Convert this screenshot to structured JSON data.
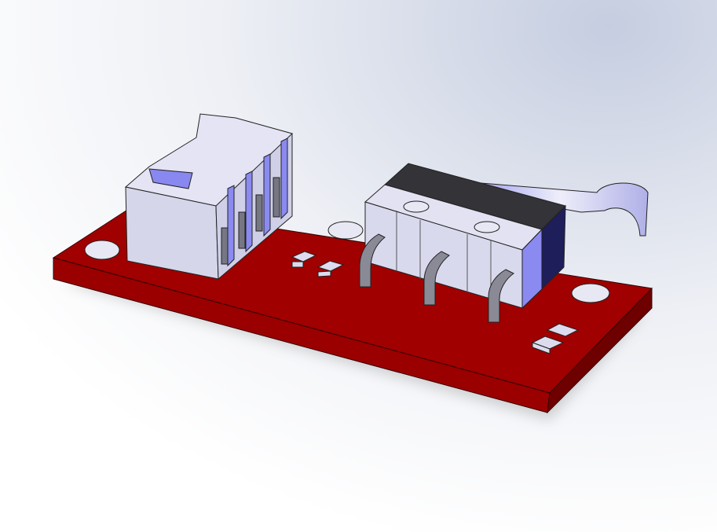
{
  "colors": {
    "background_top": "#c9d1e3",
    "background_bottom": "#ffffff",
    "pcb_top": "#a00000",
    "pcb_side": "#7a0000",
    "connector": "#d8d8ee",
    "connector_shade": "#8c8cf0",
    "switch_body": "#dcdcf0",
    "switch_top": "#333338",
    "switch_side": "#1e1e5a",
    "pins": "#8a8a96"
  },
  "icons": [
    "pcb-board",
    "connector-header",
    "micro-switch",
    "lever-arm",
    "mounting-hole",
    "smd-pad"
  ]
}
